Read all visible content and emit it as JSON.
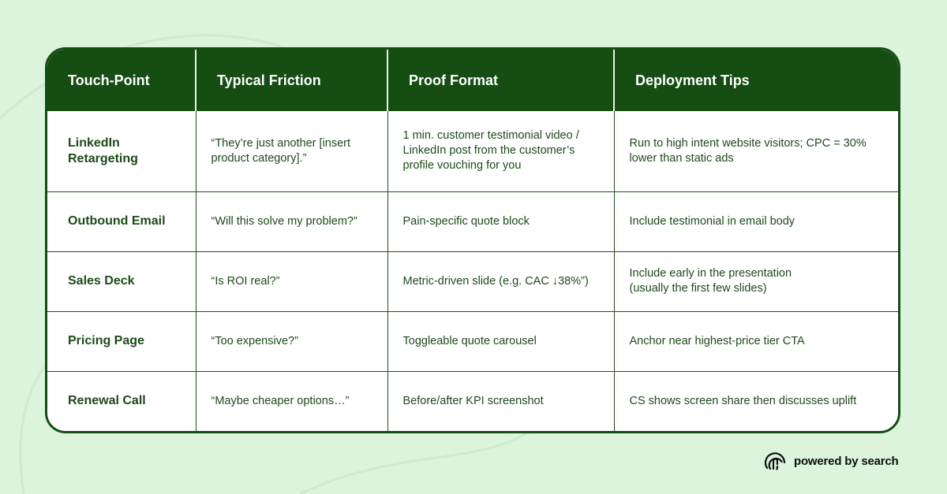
{
  "table": {
    "headers": [
      "Touch-Point",
      "Typical Friction",
      "Proof Format",
      "Deployment Tips"
    ],
    "rows": [
      {
        "touch_point": "LinkedIn Retargeting",
        "friction": "“They’re just another [insert product category].”",
        "proof": "1 min. customer testimonial video / LinkedIn post from the customer’s profile vouching for you",
        "tips": "Run to high intent website visitors; CPC = 30% lower than static ads"
      },
      {
        "touch_point": "Outbound Email",
        "friction": "“Will this solve my problem?”",
        "proof": "Pain-specific quote block",
        "tips": "Include testimonial in email body"
      },
      {
        "touch_point": "Sales Deck",
        "friction": "“Is ROI real?”",
        "proof": "Metric-driven slide (e.g. CAC ↓38%”)",
        "tips_line1": "Include early in the presentation",
        "tips_line2": "(usually the first few slides)"
      },
      {
        "touch_point": "Pricing Page",
        "friction": "“Too expensive?”",
        "proof": "Toggleable quote carousel",
        "tips": "Anchor near highest-price tier CTA"
      },
      {
        "touch_point": "Renewal Call",
        "friction": "“Maybe cheaper options…”",
        "proof": "Before/after KPI screenshot",
        "tips": "CS shows screen share then discusses uplift"
      }
    ]
  },
  "brand": {
    "name": "powered by search",
    "icon": "fingerprint-logo-icon"
  },
  "colors": {
    "background": "#dcf3dc",
    "header": "#164d12",
    "text": "#1d4a19"
  }
}
